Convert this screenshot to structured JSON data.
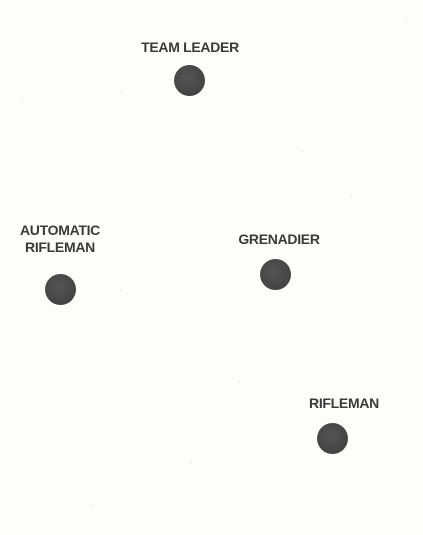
{
  "diagram": {
    "members": [
      {
        "id": "team-leader",
        "label": "TEAM LEADER"
      },
      {
        "id": "automatic-rifleman",
        "label": "AUTOMATIC\nRIFLEMAN"
      },
      {
        "id": "grenadier",
        "label": "GRENADIER"
      },
      {
        "id": "rifleman",
        "label": "RIFLEMAN"
      }
    ],
    "colors": {
      "marker": "#474747",
      "label": "#3a3a3a",
      "background": "#fdfdfc"
    }
  }
}
